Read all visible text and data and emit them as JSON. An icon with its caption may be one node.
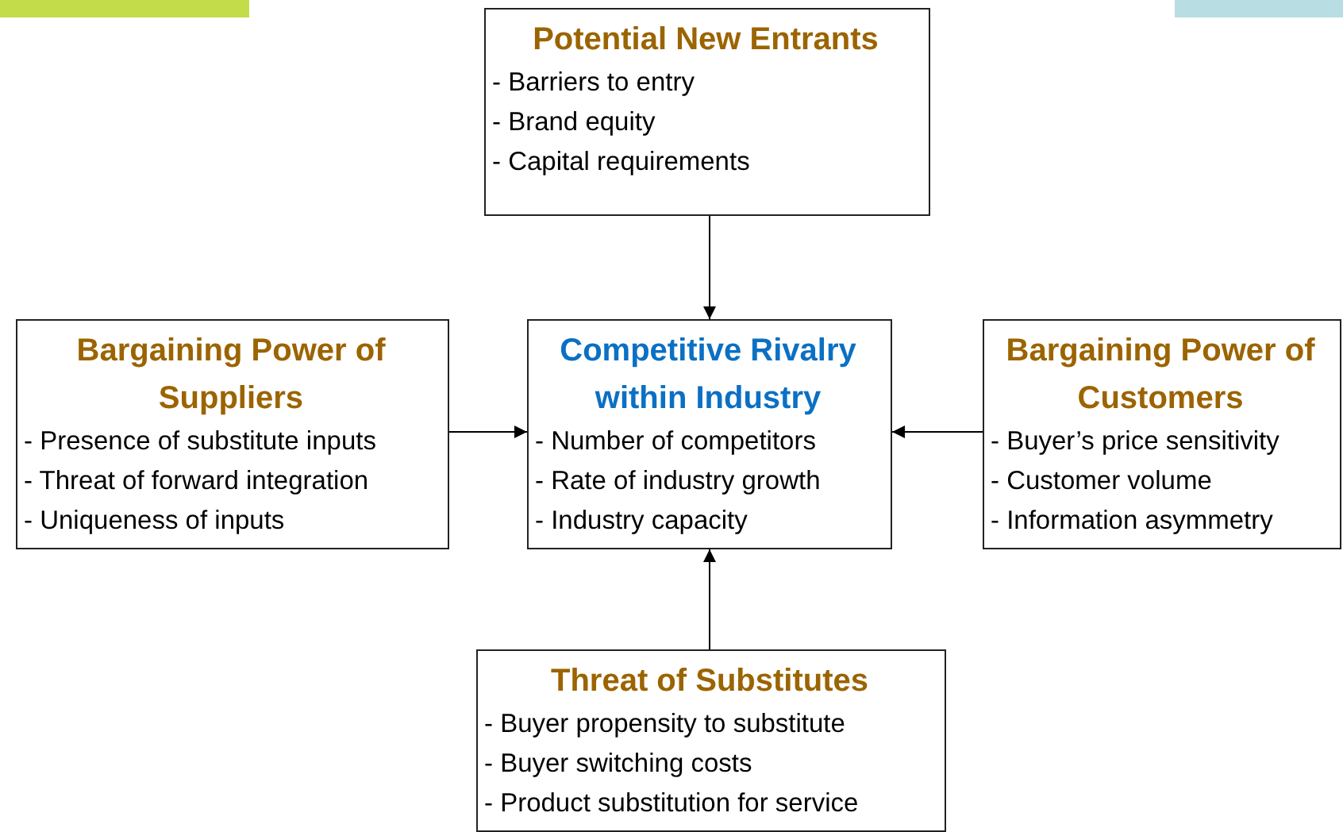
{
  "diagram": {
    "nodes": [
      {
        "text": [
          "Potential New Entrants",
          "- Barriers to entry",
          "- Brand equity",
          "- Capital requirements"
        ]
      },
      {
        "text": [
          "Bargaining Power of Suppliers",
          "- Presence of substitute inputs",
          "- Threat of forward integration",
          "- Uniqueness of inputs"
        ]
      },
      {
        "text": [
          "Competitive Rivalry within Industry",
          "- Number of competitors",
          "- Rate of industry growth",
          "- Industry capacity"
        ]
      },
      {
        "text": [
          "Bargaining Power of Customers",
          "- Buyer’s price sensitivity",
          "- Customer volume",
          "- Information asymmetry"
        ]
      },
      {
        "text": [
          "Threat of Substitutes",
          "- Buyer propensity to substitute",
          "- Buyer switching costs",
          "- Product substitution for service"
        ]
      }
    ],
    "edges": [
      {
        "from": 0,
        "to": 2,
        "arrow": "to"
      },
      {
        "from": 1,
        "to": 2,
        "arrow": "to"
      },
      {
        "from": 3,
        "to": 2,
        "arrow": "to"
      },
      {
        "from": 4,
        "to": 2,
        "arrow": "to"
      }
    ]
  }
}
